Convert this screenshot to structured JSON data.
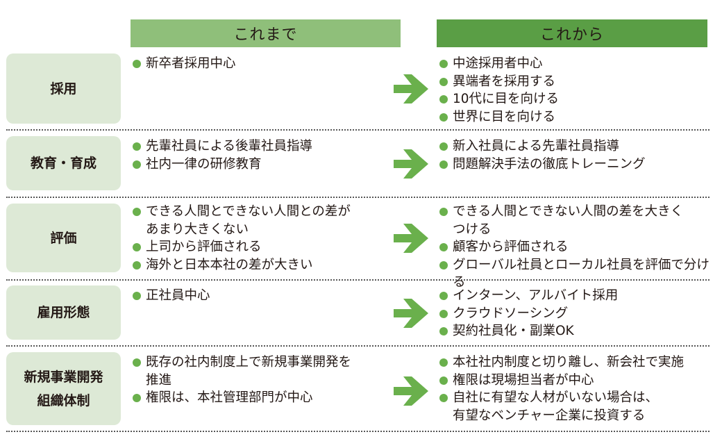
{
  "headers": {
    "before": "これまで",
    "after": "これから"
  },
  "rows": [
    {
      "category": [
        "採用"
      ],
      "before": [
        [
          "新卒者採用中心"
        ]
      ],
      "after": [
        [
          "中途採用者中心"
        ],
        [
          "異端者を採用する"
        ],
        [
          "10代に目を向ける"
        ],
        [
          "世界に目を向ける"
        ]
      ]
    },
    {
      "category": [
        "教育・育成"
      ],
      "before": [
        [
          "先輩社員による後輩社員指導"
        ],
        [
          "社内一律の研修教育"
        ]
      ],
      "after": [
        [
          "新入社員による先輩社員指導"
        ],
        [
          "問題解決手法の徹底トレーニング"
        ]
      ]
    },
    {
      "category": [
        "評価"
      ],
      "before": [
        [
          "できる人間とできない人間との差が",
          "あまり大きくない"
        ],
        [
          "上司から評価される"
        ],
        [
          "海外と日本本社の差が大きい"
        ]
      ],
      "after": [
        [
          "できる人間とできない人間の差を大きく",
          "つける"
        ],
        [
          "顧客から評価される"
        ],
        [
          "グローバル社員とローカル社員を評価で分ける"
        ]
      ]
    },
    {
      "category": [
        "雇用形態"
      ],
      "before": [
        [
          "正社員中心"
        ]
      ],
      "after": [
        [
          "インターン、アルバイト採用"
        ],
        [
          "クラウドソーシング"
        ],
        [
          "契約社員化・副業OK"
        ]
      ]
    },
    {
      "category": [
        "新規事業開発",
        "組織体制"
      ],
      "before": [
        [
          "既存の社内制度上で新規事業開発を",
          "推進"
        ],
        [
          "権限は、本社管理部門が中心"
        ]
      ],
      "after": [
        [
          "本社社内制度と切り離し、新会社で実施"
        ],
        [
          "権限は現場担当者が中心"
        ],
        [
          "自社に有望な人材がいない場合は、",
          "有望なベンチャー企業に投資する"
        ]
      ]
    }
  ],
  "colors": {
    "header_before": "#8fbf7a",
    "header_after": "#5a9e45",
    "category_bg": "#dde9d6",
    "bullet": "#6ab04c",
    "arrow": "#6ab04c"
  },
  "icons": {
    "bullet": "green-dot-icon",
    "arrow": "right-arrow-icon"
  }
}
